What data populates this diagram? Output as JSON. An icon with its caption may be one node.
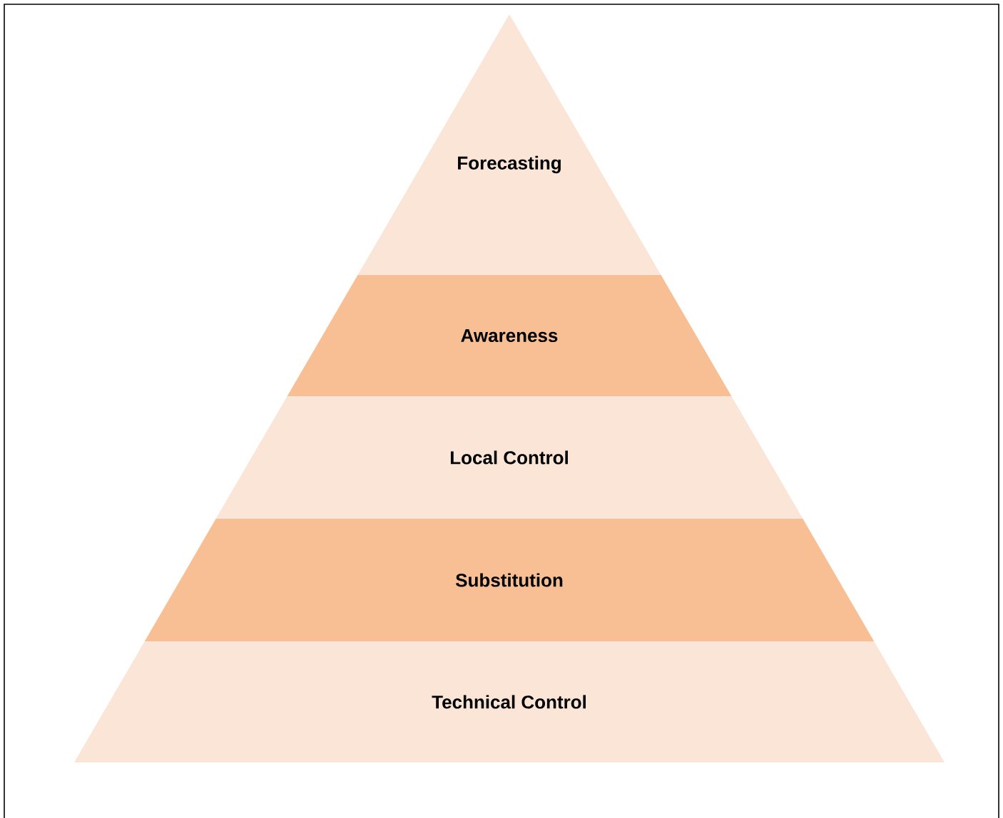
{
  "diagram": {
    "nodes": [
      {
        "text": [
          "Forecasting"
        ]
      },
      {
        "text": [
          "Awareness"
        ]
      },
      {
        "text": [
          "Local Control"
        ]
      },
      {
        "text": [
          "Substitution"
        ]
      },
      {
        "text": [
          "Technical Control"
        ]
      }
    ]
  }
}
